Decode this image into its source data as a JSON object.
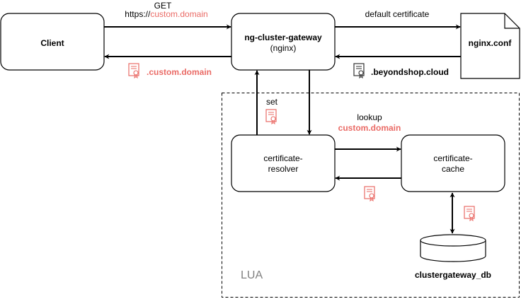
{
  "colors": {
    "accent": "#ea6b66",
    "stroke": "#000000",
    "lua_label": "#808080"
  },
  "nodes": {
    "client": {
      "label": "Client"
    },
    "gateway": {
      "title": "ng-cluster-gateway",
      "subtitle": "(nginx)"
    },
    "nginx_conf": {
      "label": "nginx.conf"
    },
    "resolver": {
      "line1": "certificate-",
      "line2": "resolver"
    },
    "cache": {
      "line1": "certificate-",
      "line2": "cache"
    },
    "db": {
      "label": "clustergateway_db"
    }
  },
  "edges": {
    "get": {
      "method": "GET",
      "prefix": "https://",
      "domain": "custom.domain"
    },
    "client_return": {
      "domain": ".custom.domain",
      "icon": "certificate-icon"
    },
    "default_cert": {
      "label": "default certificate"
    },
    "nginx_return": {
      "domain": ".beyondshop.cloud",
      "icon": "certificate-icon"
    },
    "set": {
      "label": "set",
      "icon": "certificate-icon"
    },
    "lookup": {
      "label": "lookup",
      "domain": "custom.domain"
    },
    "cache_return": {
      "icon": "certificate-icon"
    },
    "db_link": {
      "icon": "certificate-icon"
    }
  },
  "region": {
    "label": "LUA"
  }
}
